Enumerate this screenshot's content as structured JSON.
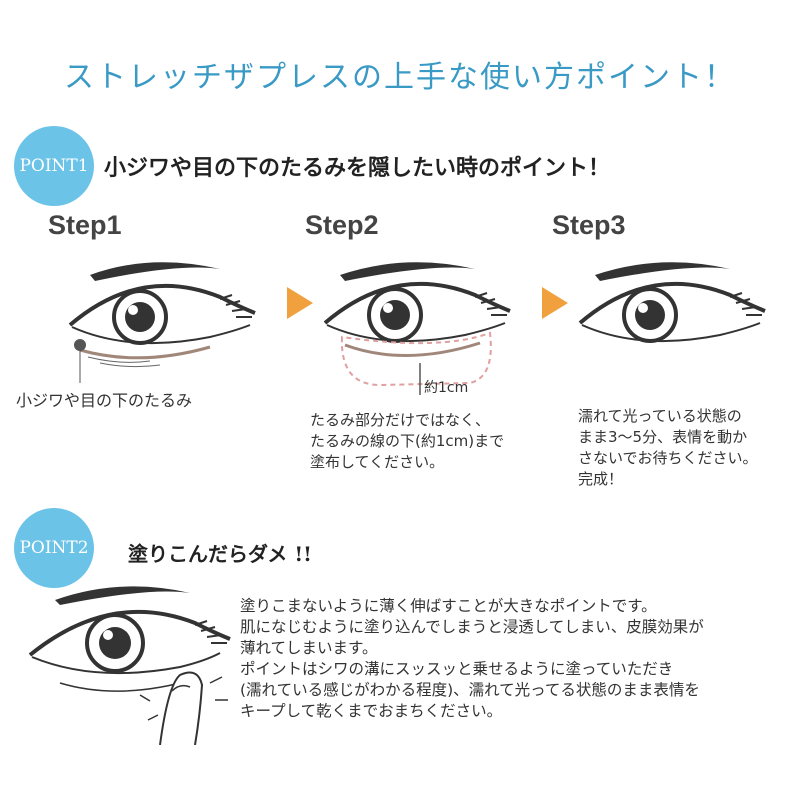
{
  "title": "ストレッチザプレスの上手な使い方ポイント！",
  "point1": {
    "badge": "POINT1",
    "heading": "小ジワや目の下のたるみを隠したい時のポイント！",
    "steps": [
      {
        "label": "Step1",
        "annotation": "小ジワや目の下のたるみ"
      },
      {
        "label": "Step2",
        "measure_label": "約1cm",
        "lines": [
          "たるみ部分だけではなく、",
          "たるみの線の下(約1cm)まで",
          "塗布してください。"
        ]
      },
      {
        "label": "Step3",
        "lines": [
          "濡れて光っている状態の",
          "まま3〜5分、表情を動か",
          "さないでお待ちください。",
          "完成！"
        ]
      }
    ]
  },
  "point2": {
    "badge": "POINT2",
    "heading": "塗りこんだらダメ !!",
    "lines": [
      "塗りこまないように薄く伸ばすことが大きなポイントです。",
      "肌になじむように塗り込んでしまうと浸透してしまい、皮膜効果が",
      "薄れてしまいます。",
      "ポイントはシワの溝にスッスッと乗せるように塗っていただき",
      "(濡れている感じがわかる程度)、濡れて光ってる状態のまま表情を",
      "キープして乾くまでおまちください。"
    ]
  },
  "colors": {
    "title": "#3a9ac6",
    "badge": "#6cc3e8",
    "arrow": "#f0a03c",
    "wrinkle": "#a0877a",
    "dashed": "#e0a0a0"
  }
}
